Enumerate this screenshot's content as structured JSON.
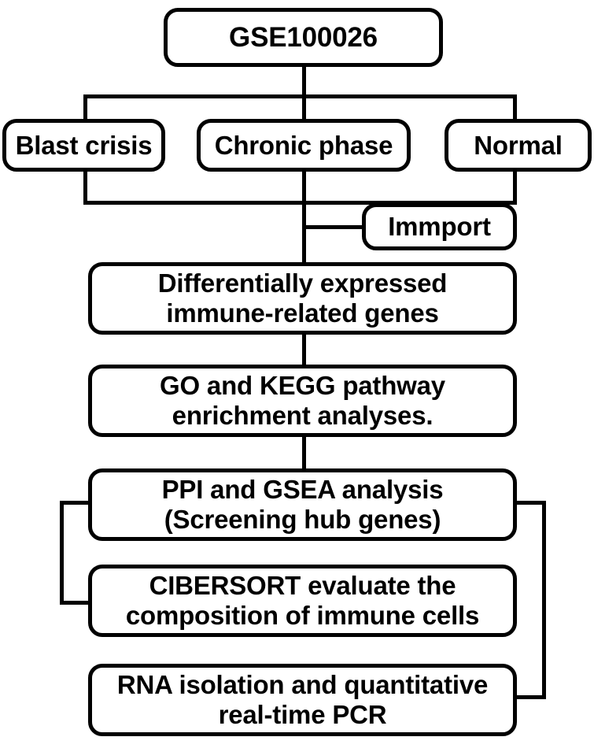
{
  "figure": {
    "type": "flowchart",
    "orientation": "top-to-bottom",
    "line_color": "#000000",
    "box_fill": "#ffffff",
    "text_color": "#000000"
  },
  "nodes": {
    "dataset": {
      "label": "GSE100026"
    },
    "groups": [
      {
        "label": "Blast crisis"
      },
      {
        "label": "Chronic phase"
      },
      {
        "label": "Normal"
      }
    ],
    "database": {
      "label": "Immport"
    },
    "steps": [
      {
        "label": "Differentially expressed\nimmune-related genes"
      },
      {
        "label": "GO and KEGG pathway\nenrichment analyses."
      },
      {
        "label": "PPI and GSEA analysis\n(Screening hub genes)"
      },
      {
        "label": "CIBERSORT evaluate the\ncomposition of immune cells"
      },
      {
        "label": "RNA isolation and quantitative\nreal-time PCR"
      }
    ]
  },
  "edges": [
    {
      "from": "dataset",
      "to": "blast-crisis"
    },
    {
      "from": "dataset",
      "to": "chronic-phase"
    },
    {
      "from": "dataset",
      "to": "normal"
    },
    {
      "from": "blast-crisis",
      "to": "differentially-expressed-genes"
    },
    {
      "from": "chronic-phase",
      "to": "differentially-expressed-genes"
    },
    {
      "from": "normal",
      "to": "differentially-expressed-genes"
    },
    {
      "from": "immport",
      "to": "differentially-expressed-genes"
    },
    {
      "from": "differentially-expressed-genes",
      "to": "go-kegg"
    },
    {
      "from": "go-kegg",
      "to": "ppi-gsea"
    },
    {
      "from": "ppi-gsea",
      "to": "cibersort"
    },
    {
      "from": "ppi-gsea",
      "to": "rna-isolation"
    }
  ]
}
